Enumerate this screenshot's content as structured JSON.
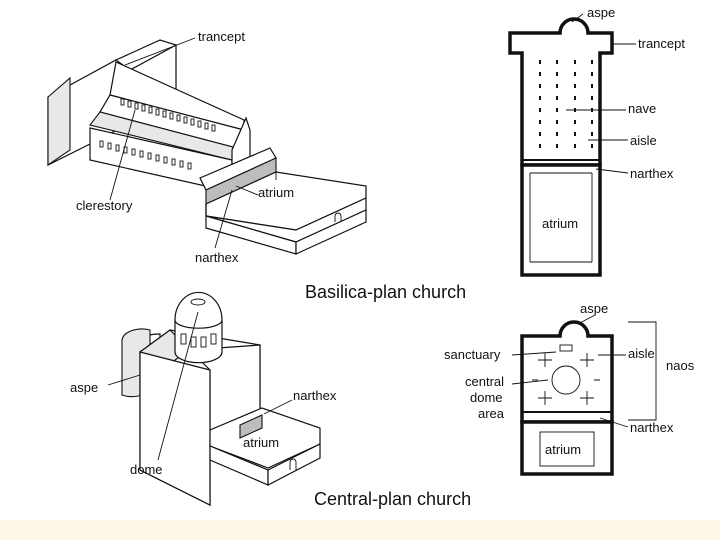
{
  "basilica": {
    "caption": "Basilica-plan church",
    "iso_labels": {
      "trancept": "trancept",
      "clerestory": "clerestory",
      "atrium": "atrium",
      "narthex": "narthex"
    },
    "plan_labels": {
      "aspe": "aspe",
      "trancept": "trancept",
      "nave": "nave",
      "aisle": "aisle",
      "narthex": "narthex",
      "atrium": "atrium"
    }
  },
  "central": {
    "caption": "Central-plan church",
    "iso_labels": {
      "aspe": "aspe",
      "narthex": "narthex",
      "atrium": "atrium",
      "dome": "dome"
    },
    "plan_labels": {
      "aspe": "aspe",
      "sanctuary": "sanctuary",
      "aisle": "aisle",
      "naos": "naos",
      "central_dome_area": [
        "central",
        "dome",
        "area"
      ],
      "narthex": "narthex",
      "atrium": "atrium"
    }
  }
}
